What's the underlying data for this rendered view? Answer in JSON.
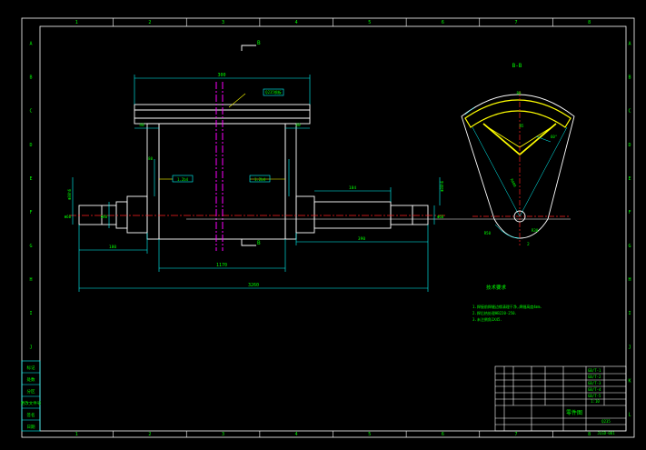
{
  "colors": {
    "frame": "#ffffff",
    "cyan": "#00ffff",
    "green": "#00ff00",
    "red": "#ff2020",
    "magenta": "#ff00ff",
    "yellow": "#ffff00",
    "leader": "#ffff00"
  },
  "border": {
    "columns": [
      "1",
      "2",
      "3",
      "4",
      "5",
      "6",
      "7",
      "8"
    ],
    "rows": [
      "A",
      "B",
      "C",
      "D",
      "E",
      "F",
      "G",
      "H",
      "I",
      "J",
      "K",
      "L"
    ]
  },
  "section_marker": {
    "label": "B"
  },
  "section_view": {
    "label": "B-B"
  },
  "dims": {
    "top_width": "300",
    "flange_left": "40",
    "flange_right": "40",
    "drum_mid": "1170",
    "total_length": "3260",
    "left_step": "180",
    "right_step": "390",
    "right_keyway": "184",
    "left_end_dia": "Φ60",
    "right_end_dia": "Φ60",
    "left_shaft_dia": "Φ80",
    "left_tolerance": "Φ80h6",
    "right_tolerance": "Φ80h6",
    "plate_note": "Q235钢板",
    "weld_left": "1.2b4",
    "weld_mid": "1.2b4",
    "side_dim": "80"
  },
  "section_dims": {
    "top": "R0",
    "inner": "R5",
    "radius": "R400",
    "angle": "60°",
    "bottom": "R30",
    "left_r": "R50",
    "bottom_label": "2"
  },
  "tech_req": {
    "title": "技术要求",
    "lines": [
      "1.焊接前焊缝边缘清理干净,焊缝高度4mm.",
      "2.焊后热处理HB220-250.",
      "3.未注倒角1X45."
    ]
  },
  "left_table": [
    "标记",
    "处数",
    "分区",
    "更改文件号",
    "签名",
    "日期"
  ],
  "title_block": {
    "rows": [
      [
        "",
        "",
        "",
        "",
        "",
        "",
        "GB/T-1",
        ""
      ],
      [
        "",
        "",
        "",
        "",
        "",
        "",
        "GB/T-2",
        ""
      ],
      [
        "",
        "",
        "",
        "",
        "",
        "",
        "GB/T-3",
        ""
      ],
      [
        "",
        "",
        "",
        "",
        "",
        "",
        "GB/T-4",
        ""
      ],
      [
        "",
        "",
        "",
        "",
        "",
        "",
        "GB/T-5",
        ""
      ]
    ],
    "name": "零件图",
    "scale": "1:10",
    "material": "Q235",
    "drawing_no": "JLGD-001"
  }
}
